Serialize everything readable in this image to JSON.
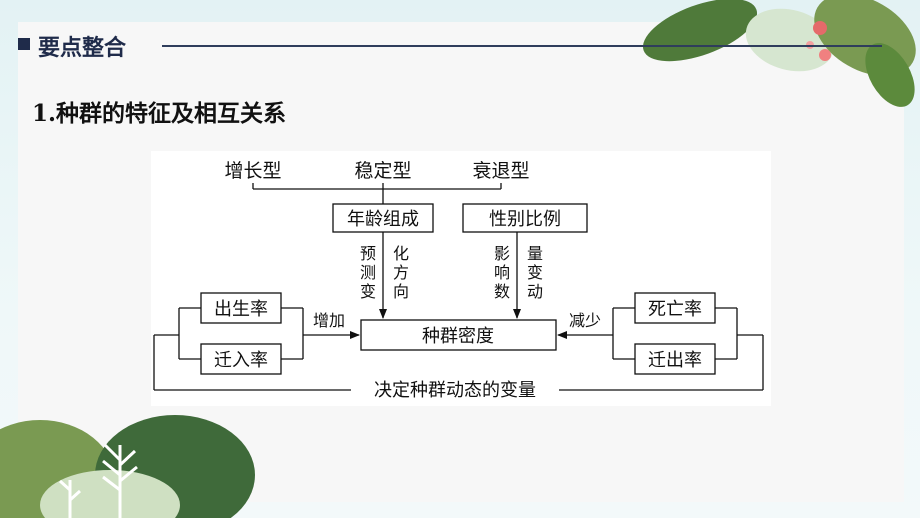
{
  "header": {
    "title": "要点整合"
  },
  "section": {
    "title": "1.种群的特征及相互关系"
  },
  "diagram": {
    "age_types": [
      "增长型",
      "稳定型",
      "衰退型"
    ],
    "age_structure": "年龄组成",
    "sex_ratio": "性别比例",
    "predict_label": [
      "预",
      "测",
      "变"
    ],
    "change_label": [
      "化",
      "方",
      "向"
    ],
    "influence_label": [
      "影",
      "响",
      "数"
    ],
    "quantity_label": [
      "量",
      "变",
      "动"
    ],
    "birth_rate": "出生率",
    "immigration_rate": "迁入率",
    "death_rate": "死亡率",
    "emigration_rate": "迁出率",
    "increase": "增加",
    "decrease": "减少",
    "density": "种群密度",
    "determinant": "决定种群动态的变量"
  },
  "colors": {
    "accent": "#1f2b4a",
    "leaf": "#5f8f3a",
    "flower": "#e56a6a"
  }
}
